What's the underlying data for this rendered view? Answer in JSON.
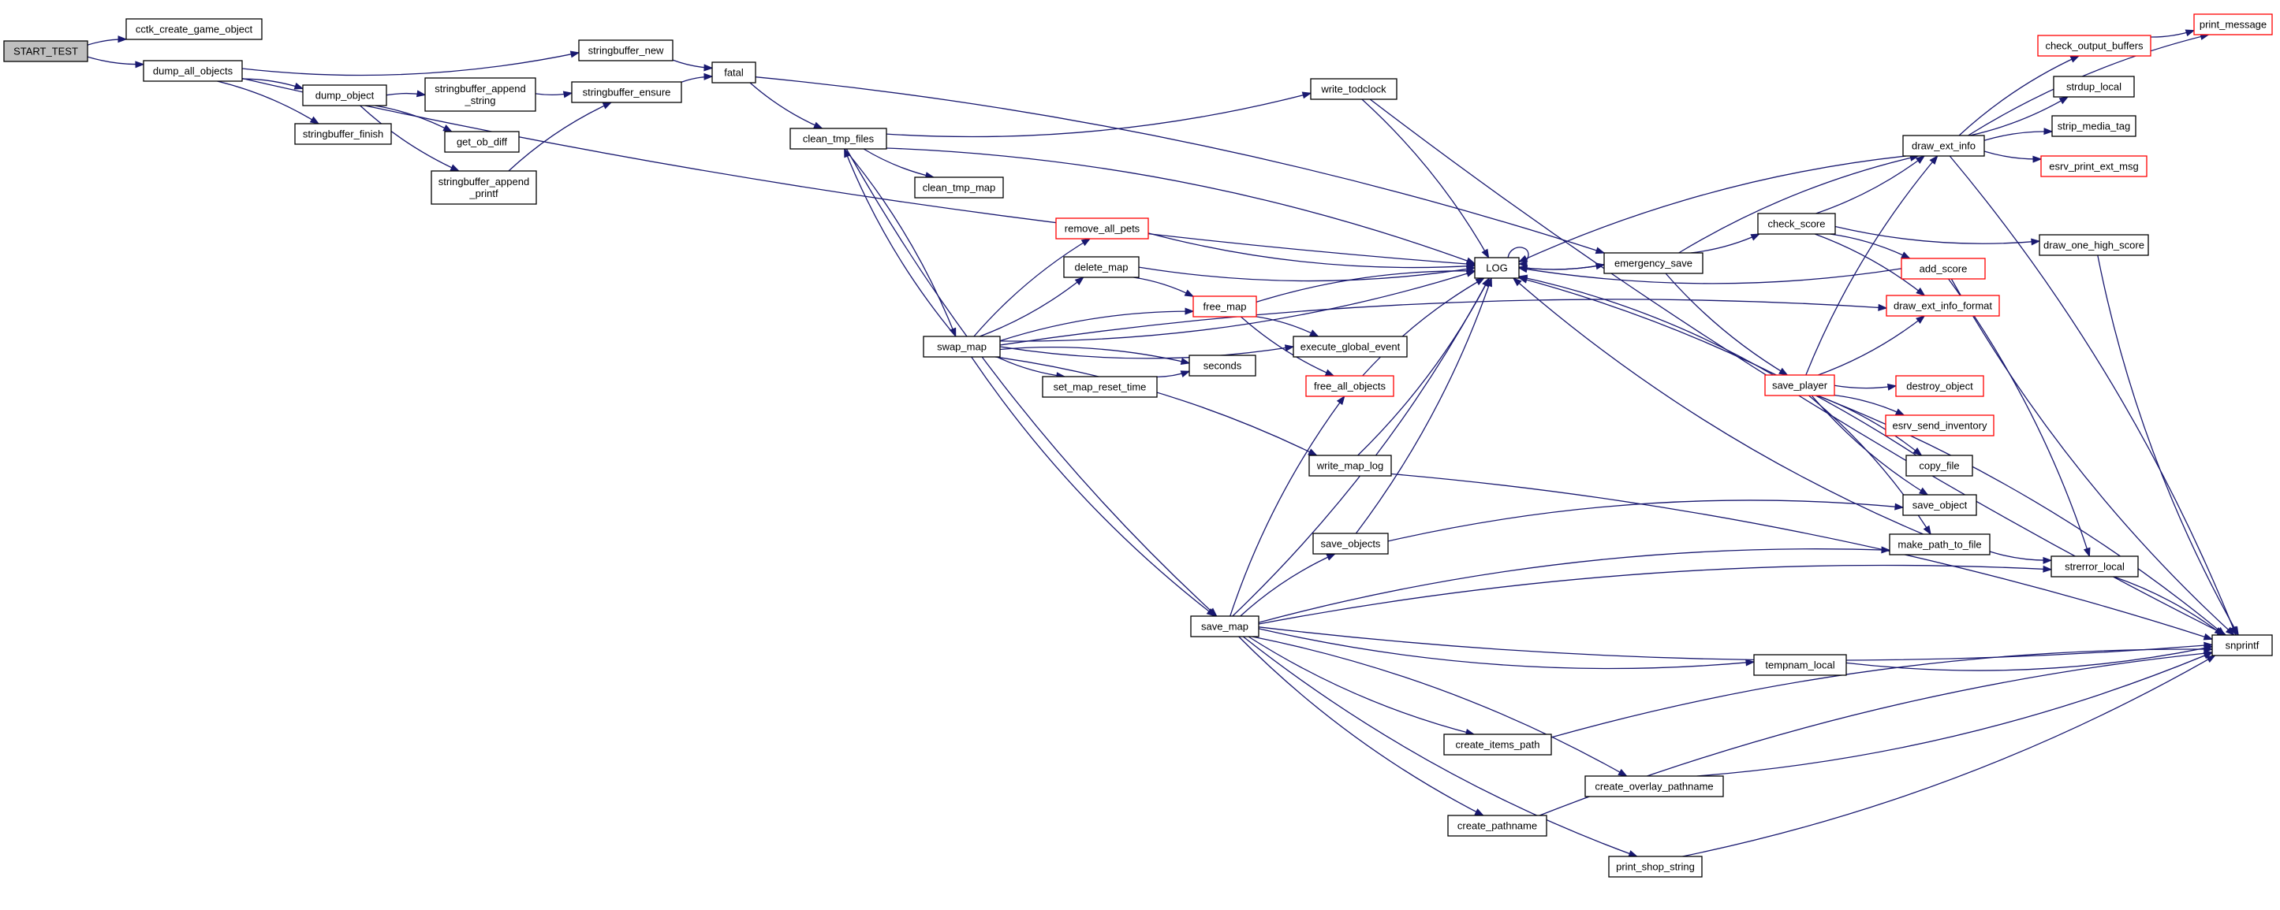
{
  "diagram": {
    "title": "call graph",
    "colors": {
      "edge": "#191970",
      "start_fill": "#bfbfbf",
      "border": "#000000",
      "red_border": "#ff0000"
    },
    "nodes": [
      {
        "id": "start_test",
        "lines": [
          "START_TEST"
        ],
        "kind": "start"
      },
      {
        "id": "cctk_create_game_object",
        "lines": [
          "cctk_create_game_object"
        ],
        "kind": "normal"
      },
      {
        "id": "dump_all_objects",
        "lines": [
          "dump_all_objects"
        ],
        "kind": "normal"
      },
      {
        "id": "dump_object",
        "lines": [
          "dump_object"
        ],
        "kind": "normal"
      },
      {
        "id": "stringbuffer_finish",
        "lines": [
          "stringbuffer_finish"
        ],
        "kind": "normal"
      },
      {
        "id": "stringbuffer_append_string",
        "lines": [
          "stringbuffer_append",
          "_string"
        ],
        "kind": "normal"
      },
      {
        "id": "get_ob_diff",
        "lines": [
          "get_ob_diff"
        ],
        "kind": "normal"
      },
      {
        "id": "stringbuffer_append_printf",
        "lines": [
          "stringbuffer_append",
          "_printf"
        ],
        "kind": "normal"
      },
      {
        "id": "stringbuffer_new",
        "lines": [
          "stringbuffer_new"
        ],
        "kind": "normal"
      },
      {
        "id": "stringbuffer_ensure",
        "lines": [
          "stringbuffer_ensure"
        ],
        "kind": "normal"
      },
      {
        "id": "fatal",
        "lines": [
          "fatal"
        ],
        "kind": "normal"
      },
      {
        "id": "clean_tmp_files",
        "lines": [
          "clean_tmp_files"
        ],
        "kind": "normal"
      },
      {
        "id": "clean_tmp_map",
        "lines": [
          "clean_tmp_map"
        ],
        "kind": "normal"
      },
      {
        "id": "write_todclock",
        "lines": [
          "write_todclock"
        ],
        "kind": "normal"
      },
      {
        "id": "remove_all_pets",
        "lines": [
          "remove_all_pets"
        ],
        "kind": "red"
      },
      {
        "id": "delete_map",
        "lines": [
          "delete_map"
        ],
        "kind": "normal"
      },
      {
        "id": "swap_map",
        "lines": [
          "swap_map"
        ],
        "kind": "normal"
      },
      {
        "id": "free_map",
        "lines": [
          "free_map"
        ],
        "kind": "red"
      },
      {
        "id": "execute_global_event",
        "lines": [
          "execute_global_event"
        ],
        "kind": "normal"
      },
      {
        "id": "seconds",
        "lines": [
          "seconds"
        ],
        "kind": "normal"
      },
      {
        "id": "set_map_reset_time",
        "lines": [
          "set_map_reset_time"
        ],
        "kind": "normal"
      },
      {
        "id": "free_all_objects",
        "lines": [
          "free_all_objects"
        ],
        "kind": "red"
      },
      {
        "id": "write_map_log",
        "lines": [
          "write_map_log"
        ],
        "kind": "normal"
      },
      {
        "id": "save_objects",
        "lines": [
          "save_objects"
        ],
        "kind": "normal"
      },
      {
        "id": "save_map",
        "lines": [
          "save_map"
        ],
        "kind": "normal"
      },
      {
        "id": "log",
        "lines": [
          "LOG"
        ],
        "kind": "normal"
      },
      {
        "id": "emergency_save",
        "lines": [
          "emergency_save"
        ],
        "kind": "normal"
      },
      {
        "id": "check_score",
        "lines": [
          "check_score"
        ],
        "kind": "normal"
      },
      {
        "id": "save_player",
        "lines": [
          "save_player"
        ],
        "kind": "red"
      },
      {
        "id": "draw_ext_info",
        "lines": [
          "draw_ext_info"
        ],
        "kind": "normal"
      },
      {
        "id": "print_message",
        "lines": [
          "print_message"
        ],
        "kind": "red"
      },
      {
        "id": "check_output_buffers",
        "lines": [
          "check_output_buffers"
        ],
        "kind": "red"
      },
      {
        "id": "strdup_local",
        "lines": [
          "strdup_local"
        ],
        "kind": "normal"
      },
      {
        "id": "strip_media_tag",
        "lines": [
          "strip_media_tag"
        ],
        "kind": "normal"
      },
      {
        "id": "esrv_print_ext_msg",
        "lines": [
          "esrv_print_ext_msg"
        ],
        "kind": "red"
      },
      {
        "id": "draw_one_high_score",
        "lines": [
          "draw_one_high_score"
        ],
        "kind": "normal"
      },
      {
        "id": "add_score",
        "lines": [
          "add_score"
        ],
        "kind": "red"
      },
      {
        "id": "draw_ext_info_format",
        "lines": [
          "draw_ext_info_format"
        ],
        "kind": "red"
      },
      {
        "id": "destroy_object",
        "lines": [
          "destroy_object"
        ],
        "kind": "red"
      },
      {
        "id": "esrv_send_inventory",
        "lines": [
          "esrv_send_inventory"
        ],
        "kind": "red"
      },
      {
        "id": "copy_file",
        "lines": [
          "copy_file"
        ],
        "kind": "normal"
      },
      {
        "id": "save_object",
        "lines": [
          "save_object"
        ],
        "kind": "normal"
      },
      {
        "id": "make_path_to_file",
        "lines": [
          "make_path_to_file"
        ],
        "kind": "normal"
      },
      {
        "id": "strerror_local",
        "lines": [
          "strerror_local"
        ],
        "kind": "normal"
      },
      {
        "id": "snprintf",
        "lines": [
          "snprintf"
        ],
        "kind": "normal"
      },
      {
        "id": "tempnam_local",
        "lines": [
          "tempnam_local"
        ],
        "kind": "normal"
      },
      {
        "id": "create_items_path",
        "lines": [
          "create_items_path"
        ],
        "kind": "normal"
      },
      {
        "id": "create_overlay_pathname",
        "lines": [
          "create_overlay_pathname"
        ],
        "kind": "normal"
      },
      {
        "id": "create_pathname",
        "lines": [
          "create_pathname"
        ],
        "kind": "normal"
      },
      {
        "id": "print_shop_string",
        "lines": [
          "print_shop_string"
        ],
        "kind": "normal"
      }
    ],
    "edges": [
      {
        "from": "start_test",
        "to": "cctk_create_game_object"
      },
      {
        "from": "start_test",
        "to": "dump_all_objects"
      },
      {
        "from": "dump_all_objects",
        "to": "dump_object"
      },
      {
        "from": "dump_all_objects",
        "to": "log"
      },
      {
        "from": "dump_all_objects",
        "to": "stringbuffer_finish"
      },
      {
        "from": "dump_all_objects",
        "to": "stringbuffer_new"
      },
      {
        "from": "dump_object",
        "to": "get_ob_diff"
      },
      {
        "from": "dump_object",
        "to": "stringbuffer_append_printf"
      },
      {
        "from": "dump_object",
        "to": "stringbuffer_append_string"
      },
      {
        "from": "stringbuffer_append_string",
        "to": "stringbuffer_ensure"
      },
      {
        "from": "stringbuffer_append_printf",
        "to": "stringbuffer_ensure"
      },
      {
        "from": "stringbuffer_new",
        "to": "fatal"
      },
      {
        "from": "stringbuffer_ensure",
        "to": "fatal"
      },
      {
        "from": "fatal",
        "to": "clean_tmp_files"
      },
      {
        "from": "fatal",
        "to": "emergency_save"
      },
      {
        "from": "clean_tmp_files",
        "to": "clean_tmp_map"
      },
      {
        "from": "clean_tmp_files",
        "to": "log"
      },
      {
        "from": "clean_tmp_files",
        "to": "save_map"
      },
      {
        "from": "clean_tmp_files",
        "to": "swap_map"
      },
      {
        "from": "clean_tmp_files",
        "to": "write_todclock"
      },
      {
        "from": "write_todclock",
        "to": "log"
      },
      {
        "from": "write_todclock",
        "to": "snprintf"
      },
      {
        "from": "swap_map",
        "to": "clean_tmp_files"
      },
      {
        "from": "swap_map",
        "to": "delete_map"
      },
      {
        "from": "swap_map",
        "to": "draw_ext_info_format"
      },
      {
        "from": "swap_map",
        "to": "execute_global_event"
      },
      {
        "from": "swap_map",
        "to": "free_map"
      },
      {
        "from": "swap_map",
        "to": "log"
      },
      {
        "from": "swap_map",
        "to": "remove_all_pets"
      },
      {
        "from": "swap_map",
        "to": "save_map"
      },
      {
        "from": "swap_map",
        "to": "seconds"
      },
      {
        "from": "swap_map",
        "to": "set_map_reset_time"
      },
      {
        "from": "swap_map",
        "to": "write_map_log"
      },
      {
        "from": "remove_all_pets",
        "to": "log"
      },
      {
        "from": "delete_map",
        "to": "free_map"
      },
      {
        "from": "delete_map",
        "to": "log"
      },
      {
        "from": "free_map",
        "to": "execute_global_event"
      },
      {
        "from": "free_map",
        "to": "free_all_objects"
      },
      {
        "from": "free_map",
        "to": "log"
      },
      {
        "from": "set_map_reset_time",
        "to": "seconds"
      },
      {
        "from": "free_all_objects",
        "to": "log"
      },
      {
        "from": "write_map_log",
        "to": "log"
      },
      {
        "from": "write_map_log",
        "to": "snprintf"
      },
      {
        "from": "save_objects",
        "to": "log"
      },
      {
        "from": "save_objects",
        "to": "save_object"
      },
      {
        "from": "save_map",
        "to": "create_items_path"
      },
      {
        "from": "save_map",
        "to": "create_overlay_pathname"
      },
      {
        "from": "save_map",
        "to": "create_pathname"
      },
      {
        "from": "save_map",
        "to": "free_all_objects"
      },
      {
        "from": "save_map",
        "to": "log"
      },
      {
        "from": "save_map",
        "to": "make_path_to_file"
      },
      {
        "from": "save_map",
        "to": "print_shop_string"
      },
      {
        "from": "save_map",
        "to": "save_objects"
      },
      {
        "from": "save_map",
        "to": "snprintf"
      },
      {
        "from": "save_map",
        "to": "strerror_local"
      },
      {
        "from": "save_map",
        "to": "tempnam_local"
      },
      {
        "from": "log",
        "to": "log"
      },
      {
        "from": "log",
        "to": "emergency_save"
      },
      {
        "from": "emergency_save",
        "to": "log"
      },
      {
        "from": "emergency_save",
        "to": "check_score"
      },
      {
        "from": "emergency_save",
        "to": "draw_ext_info"
      },
      {
        "from": "emergency_save",
        "to": "save_player"
      },
      {
        "from": "check_score",
        "to": "add_score"
      },
      {
        "from": "check_score",
        "to": "draw_ext_info"
      },
      {
        "from": "check_score",
        "to": "draw_ext_info_format"
      },
      {
        "from": "check_score",
        "to": "draw_one_high_score"
      },
      {
        "from": "add_score",
        "to": "log"
      },
      {
        "from": "add_score",
        "to": "snprintf"
      },
      {
        "from": "add_score",
        "to": "strerror_local"
      },
      {
        "from": "draw_one_high_score",
        "to": "snprintf"
      },
      {
        "from": "draw_ext_info",
        "to": "check_output_buffers"
      },
      {
        "from": "draw_ext_info",
        "to": "esrv_print_ext_msg"
      },
      {
        "from": "draw_ext_info",
        "to": "print_message"
      },
      {
        "from": "draw_ext_info",
        "to": "strdup_local"
      },
      {
        "from": "draw_ext_info",
        "to": "strip_media_tag"
      },
      {
        "from": "draw_ext_info",
        "to": "log"
      },
      {
        "from": "draw_ext_info",
        "to": "snprintf"
      },
      {
        "from": "check_output_buffers",
        "to": "print_message"
      },
      {
        "from": "save_player",
        "to": "copy_file"
      },
      {
        "from": "save_player",
        "to": "destroy_object"
      },
      {
        "from": "save_player",
        "to": "draw_ext_info"
      },
      {
        "from": "save_player",
        "to": "draw_ext_info_format"
      },
      {
        "from": "save_player",
        "to": "esrv_send_inventory"
      },
      {
        "from": "save_player",
        "to": "log"
      },
      {
        "from": "save_player",
        "to": "make_path_to_file"
      },
      {
        "from": "save_player",
        "to": "save_object"
      },
      {
        "from": "save_player",
        "to": "snprintf"
      },
      {
        "from": "copy_file",
        "to": "log"
      },
      {
        "from": "make_path_to_file",
        "to": "log"
      },
      {
        "from": "make_path_to_file",
        "to": "strerror_local"
      },
      {
        "from": "strerror_local",
        "to": "snprintf"
      },
      {
        "from": "tempnam_local",
        "to": "snprintf"
      },
      {
        "from": "create_items_path",
        "to": "snprintf"
      },
      {
        "from": "create_overlay_pathname",
        "to": "snprintf"
      },
      {
        "from": "create_pathname",
        "to": "snprintf"
      },
      {
        "from": "print_shop_string",
        "to": "snprintf"
      }
    ]
  }
}
